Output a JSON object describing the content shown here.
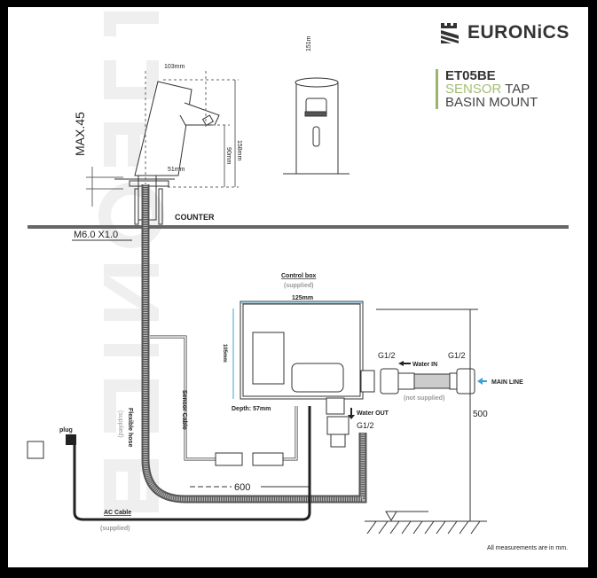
{
  "brand": {
    "name": "EURONiCS",
    "logo_icon": "castle-stripes-icon"
  },
  "product": {
    "code": "ET05BE",
    "line2_accent": "SENSOR",
    "line2_rest": " TAP",
    "line3": "BASIN MOUNT"
  },
  "watermark": "EURONiCS",
  "tap_dims": {
    "width": "103mm",
    "height": "158mm",
    "spout_height": "90mm",
    "base": "51mm",
    "max": "MAX.45",
    "thread": "M6.0 X1.0",
    "front_height": "151m"
  },
  "counter_label": "COUNTER",
  "control_box": {
    "title": "Control box",
    "supplied": "(supplied)",
    "width": "125mm",
    "height": "105mm",
    "depth": "Depth: 57mm"
  },
  "water": {
    "in_label": "Water IN",
    "out_label": "Water OUT",
    "g_left": "G1/2",
    "g_right": "G1/2",
    "g_out": "G1/2",
    "not_supplied": "(not supplied)",
    "main_line": "MAIN LINE",
    "height_500": "500"
  },
  "hose": {
    "label": "Flexible hose",
    "supplied": "(supplied)",
    "length": "600"
  },
  "sensor_cable": "Sensor Cable",
  "ac": {
    "plug": "plug",
    "label": "AC Cable",
    "supplied": "(supplied)"
  },
  "footnote": "All measurements are in mm.",
  "colors": {
    "accent": "#a4bd72",
    "dimension_blue": "#3aa0d8"
  }
}
